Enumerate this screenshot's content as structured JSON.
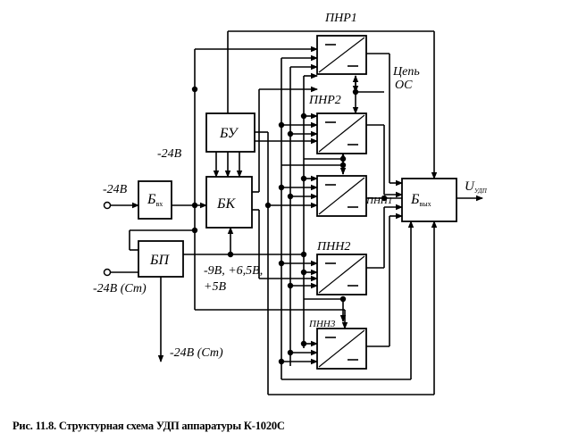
{
  "blocks": {
    "bu": "БУ",
    "bk": "БК",
    "bp": "БП",
    "bvx_main": "Б",
    "bvx_sub": "вх",
    "bvyh_main": "Б",
    "bvyh_sub": "вых"
  },
  "converters": {
    "pnr1": "ПНР1",
    "pnr2": "ПНР2",
    "pnn1": "ПНН1",
    "pnn2": "ПНН2",
    "pnn3": "ПНН3"
  },
  "labels": {
    "input_voltage": "-24В",
    "bus_voltage": "-24В",
    "bp_input": "-24В (Ст)",
    "bp_output_line1": "-9В,  +6,5В,",
    "bp_output_line2": "+5В",
    "bottom_line": "-24В (Ст)",
    "feedback_line1": "Цепь",
    "feedback_line2": "ОС",
    "output_main": "U",
    "output_sub": "УДП"
  },
  "caption": "Рис. 11.8. Структурная схема УДП аппаратуры К-1020С"
}
